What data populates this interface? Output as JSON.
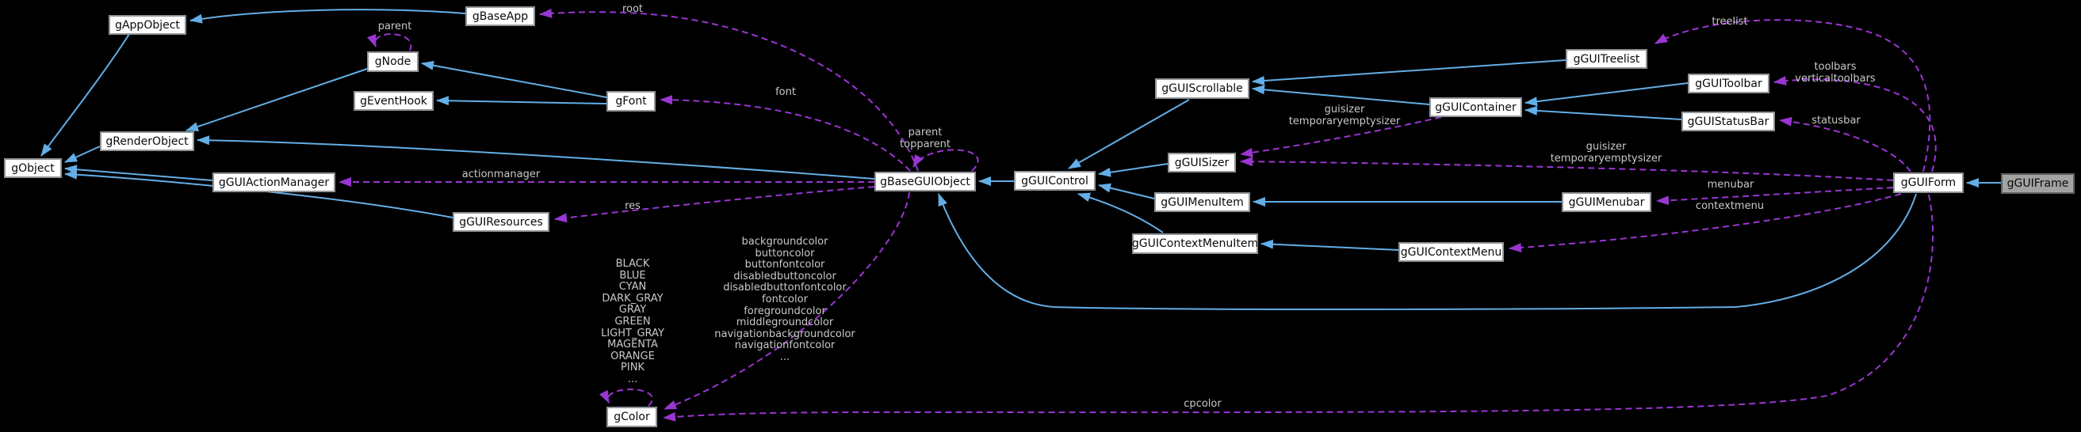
{
  "diagram_type": "collaboration-graph",
  "colors": {
    "background": "#000000",
    "inheritance_edge": "#63aee6",
    "usage_edge": "#9a36d2",
    "edge_label_text": "#c8c9ca",
    "node_fill": "#ffffff",
    "node_border": "#909498",
    "focus_node_fill": "#a2a2a2"
  },
  "nodes": {
    "gObject": {
      "label": "gObject"
    },
    "gAppObject": {
      "label": "gAppObject"
    },
    "gRenderObject": {
      "label": "gRenderObject"
    },
    "gGUIActionManager": {
      "label": "gGUIActionManager"
    },
    "gNode": {
      "label": "gNode"
    },
    "gEventHook": {
      "label": "gEventHook"
    },
    "gGUIResources": {
      "label": "gGUIResources"
    },
    "gBaseApp": {
      "label": "gBaseApp"
    },
    "gFont": {
      "label": "gFont"
    },
    "gColor": {
      "label": "gColor"
    },
    "gBaseGUIObject": {
      "label": "gBaseGUIObject"
    },
    "gGUIControl": {
      "label": "gGUIControl"
    },
    "gGUIScrollable": {
      "label": "gGUIScrollable"
    },
    "gGUISizer": {
      "label": "gGUISizer"
    },
    "gGUIMenuItem": {
      "label": "gGUIMenuItem"
    },
    "gGUIContextMenuItem": {
      "label": "gGUIContextMenuItem"
    },
    "gGUIContainer": {
      "label": "gGUIContainer"
    },
    "gGUIContextMenu": {
      "label": "gGUIContextMenu"
    },
    "gGUITreelist": {
      "label": "gGUITreelist"
    },
    "gGUIMenubar": {
      "label": "gGUIMenubar"
    },
    "gGUIToolbar": {
      "label": "gGUIToolbar"
    },
    "gGUIStatusBar": {
      "label": "gGUIStatusBar"
    },
    "gGUIForm": {
      "label": "gGUIForm"
    },
    "gGUIFrame": {
      "label": "gGUIFrame"
    }
  },
  "edge_labels": {
    "parent": {
      "text": "parent"
    },
    "root": {
      "text": "root"
    },
    "font": {
      "text": "font"
    },
    "actionmanager": {
      "text": "actionmanager"
    },
    "res": {
      "text": "res"
    },
    "parent_topparent": {
      "text": "parent\ntopparent"
    },
    "guisizer_container": {
      "text": "guisizer\ntemporaryemptysizer"
    },
    "guisizer_form": {
      "text": "guisizer\ntemporaryemptysizer"
    },
    "treelist": {
      "text": "treelist"
    },
    "toolbars": {
      "text": "toolbars\nverticaltoolbars"
    },
    "statusbar": {
      "text": "statusbar"
    },
    "menubar": {
      "text": "menubar"
    },
    "contextmenu": {
      "text": "contextmenu"
    },
    "cpcolor": {
      "text": "cpcolor"
    },
    "color_enum": {
      "text": "BLACK\nBLUE\nCYAN\nDARK_GRAY\nGRAY\nGREEN\nLIGHT_GRAY\nMAGENTA\nORANGE\nPINK\n..."
    },
    "color_members": {
      "text": "backgroundcolor\nbuttoncolor\nbuttonfontcolor\ndisabledbuttoncolor\ndisabledbuttonfontcolor\nfontcolor\nforegroundcolor\nmiddlegroundcolor\nnavigationbackgroundcolor\nnavigationfontcolor\n..."
    }
  }
}
